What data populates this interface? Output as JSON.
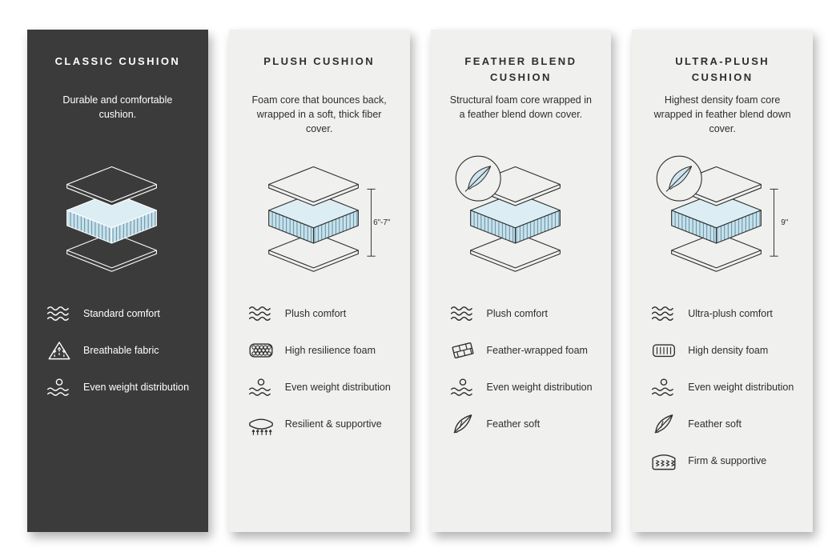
{
  "page": {
    "title": "Cushion comparison infographic",
    "background": "#ffffff"
  },
  "colors": {
    "card_dark": "#3b3b3b",
    "card_light": "#f0f0ee",
    "foam_blue": "#c7e2ed",
    "foam_top_blue": "#dcedf4",
    "line_dark": "#2e2e2e",
    "text_on_dark": "#ffffff"
  },
  "columns": [
    {
      "title": "CLASSIC CUSHION",
      "description": "Durable and comfortable cushion.",
      "diagram": {
        "layers": [
          "top cover",
          "foam core",
          "bottom cover"
        ],
        "feather_badge": false,
        "dimension_label": ""
      },
      "features": [
        {
          "icon": "wave-comfort-icon",
          "label": "Standard comfort"
        },
        {
          "icon": "breathable-fabric-icon",
          "label": "Breathable fabric"
        },
        {
          "icon": "even-weight-icon",
          "label": "Even weight distribution"
        }
      ]
    },
    {
      "title": "PLUSH CUSHION",
      "description": "Foam core that bounces back, wrapped in a soft, thick fiber cover.",
      "diagram": {
        "layers": [
          "top cover",
          "foam core",
          "bottom cover"
        ],
        "feather_badge": false,
        "dimension_label": "6\"-7\""
      },
      "features": [
        {
          "icon": "wave-comfort-icon",
          "label": "Plush comfort"
        },
        {
          "icon": "resilience-foam-icon",
          "label": "High resilience foam"
        },
        {
          "icon": "even-weight-icon",
          "label": "Even weight distribution"
        },
        {
          "icon": "springs-icon",
          "label": "Resilient & supportive"
        }
      ]
    },
    {
      "title": "FEATHER BLEND CUSHION",
      "description": "Structural foam core wrapped in a feather blend down cover.",
      "diagram": {
        "layers": [
          "top cover",
          "foam core",
          "bottom cover"
        ],
        "feather_badge": true,
        "dimension_label": ""
      },
      "features": [
        {
          "icon": "wave-comfort-icon",
          "label": "Plush comfort"
        },
        {
          "icon": "brick-foam-icon",
          "label": "Feather-wrapped foam"
        },
        {
          "icon": "even-weight-icon",
          "label": "Even weight distribution"
        },
        {
          "icon": "feather-icon",
          "label": "Feather soft"
        }
      ]
    },
    {
      "title": "ULTRA-PLUSH CUSHION",
      "description": "Highest density foam core wrapped in feather blend down cover.",
      "diagram": {
        "layers": [
          "top cover",
          "foam core",
          "bottom cover"
        ],
        "feather_badge": true,
        "dimension_label": "9\""
      },
      "features": [
        {
          "icon": "wave-comfort-icon",
          "label": "Ultra-plush comfort"
        },
        {
          "icon": "density-foam-icon",
          "label": "High density foam"
        },
        {
          "icon": "even-weight-icon",
          "label": "Even weight distribution"
        },
        {
          "icon": "feather-icon",
          "label": "Feather soft"
        },
        {
          "icon": "coil-icon",
          "label": "Firm & supportive"
        }
      ]
    }
  ]
}
